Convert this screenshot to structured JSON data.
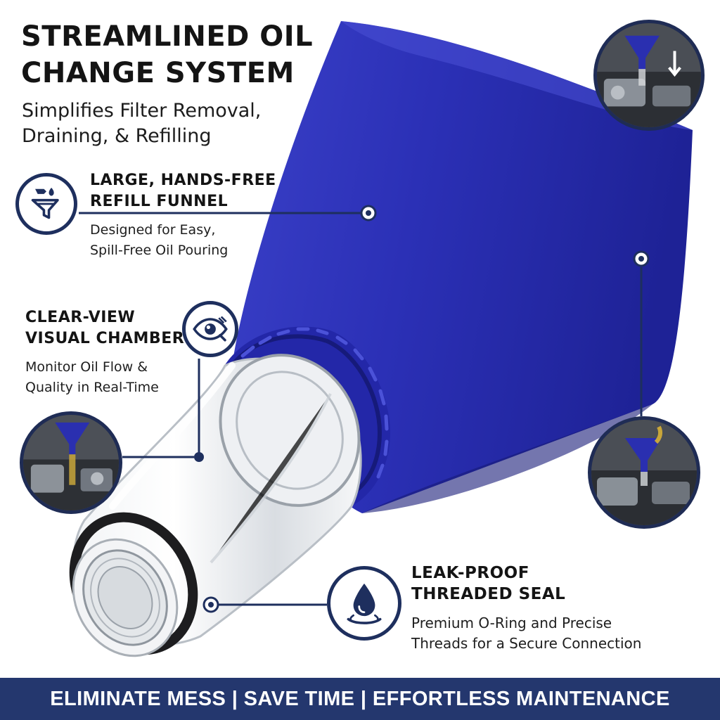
{
  "title_lines": [
    "STREAMLINED OIL",
    "CHANGE SYSTEM"
  ],
  "subtitle_lines": [
    "Simplifies Filter Removal,",
    "Draining, & Refilling"
  ],
  "features": [
    {
      "heading_lines": [
        "LARGE, HANDS-FREE",
        "REFILL FUNNEL"
      ],
      "description_lines": [
        "Designed for Easy,",
        "Spill-Free Oil Pouring"
      ],
      "icon": "funnel-oil-drop-icon"
    },
    {
      "heading_lines": [
        "CLEAR-VIEW",
        "VISUAL CHAMBER"
      ],
      "description_lines": [
        "Monitor Oil Flow &",
        "Quality in Real-Time"
      ],
      "icon": "eye-icon"
    },
    {
      "heading_lines": [
        "LEAK-PROOF",
        "THREADED SEAL"
      ],
      "description_lines": [
        "Premium O-Ring and Precise",
        "Threads for a Secure Connection"
      ],
      "icon": "water-drop-icon"
    }
  ],
  "banner_text": "ELIMINATE MESS | SAVE TIME | EFFORTLESS MAINTENANCE",
  "colors": {
    "navy": "#24376e",
    "funnel_blue": "#2a2fb0",
    "heading_text": "#141414",
    "white": "#ffffff"
  }
}
